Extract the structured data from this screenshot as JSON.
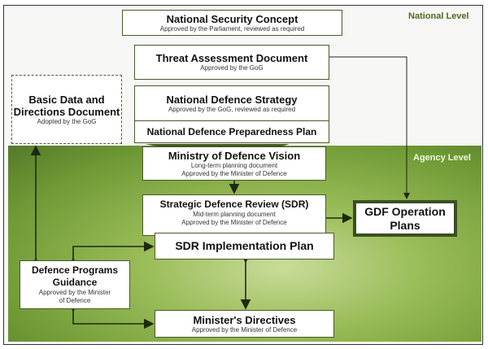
{
  "levels": {
    "national": "National Level",
    "agency": "Agency Level"
  },
  "boxes": {
    "nsc": {
      "title": "National Security Concept",
      "sub": "Approved by the Parliament, reviewed as required"
    },
    "threat": {
      "title": "Threat Assessment Document",
      "sub": "Approved by the GoG"
    },
    "nds": {
      "title": "National Defence Strategy",
      "sub": "Approved by the GoG, reviewed as required"
    },
    "ndpp": {
      "title": "National Defence Preparedness Plan"
    },
    "basic": {
      "title": "Basic Data and Directions Document",
      "sub": "Adopted by the GoG"
    },
    "vision": {
      "title": "Ministry of Defence Vision",
      "sub1": "Long-term planning document",
      "sub2": "Approved by the Minister of Defence"
    },
    "sdr": {
      "title": "Strategic Defence Review (SDR)",
      "sub1": "Mid-term planning document",
      "sub2": "Approved by the Minister of Defence"
    },
    "gdf": {
      "title": "GDF Operation Plans"
    },
    "sdrip": {
      "title": "SDR Implementation Plan"
    },
    "dpg": {
      "title": "Defence Programs Guidance",
      "sub": "Approved by the Minister of Defence"
    },
    "md": {
      "title": "Minister's Directives",
      "sub": "Approved by the Minister of Defence"
    }
  }
}
